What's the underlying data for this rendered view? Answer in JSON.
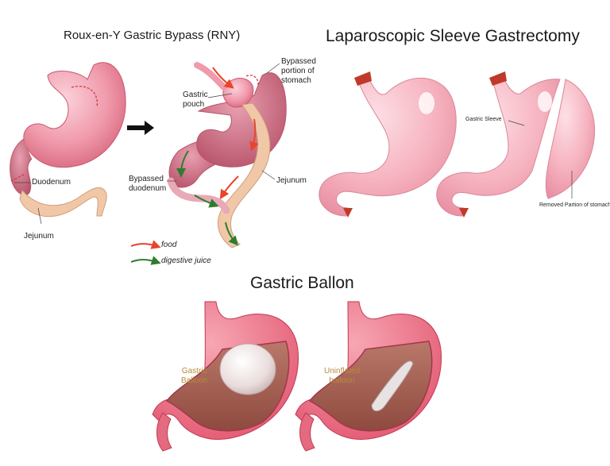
{
  "sections": {
    "rny": {
      "title": "Roux-en-Y Gastric Bypass (RNY)",
      "labels": {
        "duodenum": "Duodenum",
        "jejunum_left": "Jejunum",
        "gastric_pouch": "Gastric\npouch",
        "bypassed_portion": "Bypassed\nportion of\nstomach",
        "bypassed_duodenum": "Bypassed\nduodenum",
        "jejunum_right": "Jejunum"
      },
      "legend": {
        "food": "food",
        "digestive_juice": "digestive juice"
      }
    },
    "lsg": {
      "title": "Laparoscopic Sleeve Gastrectomy",
      "labels": {
        "gastric_sleeve": "Gastric Sleeve",
        "removed_portion": "Removed Partion of stomach"
      }
    },
    "balloon": {
      "title": "Gastric Ballon",
      "labels": {
        "gastric_balloon": "Gastric\nBalloon",
        "uninflated_balloon": "Uninflated\nballoon"
      }
    }
  },
  "colors": {
    "stomach": "#e77f93",
    "stomach_light": "#f6b7c2",
    "intestine": "#f0c8a8",
    "food_arrow": "#e8452a",
    "juice_arrow": "#2e7d2e",
    "label_gold": "#b88a3a"
  }
}
